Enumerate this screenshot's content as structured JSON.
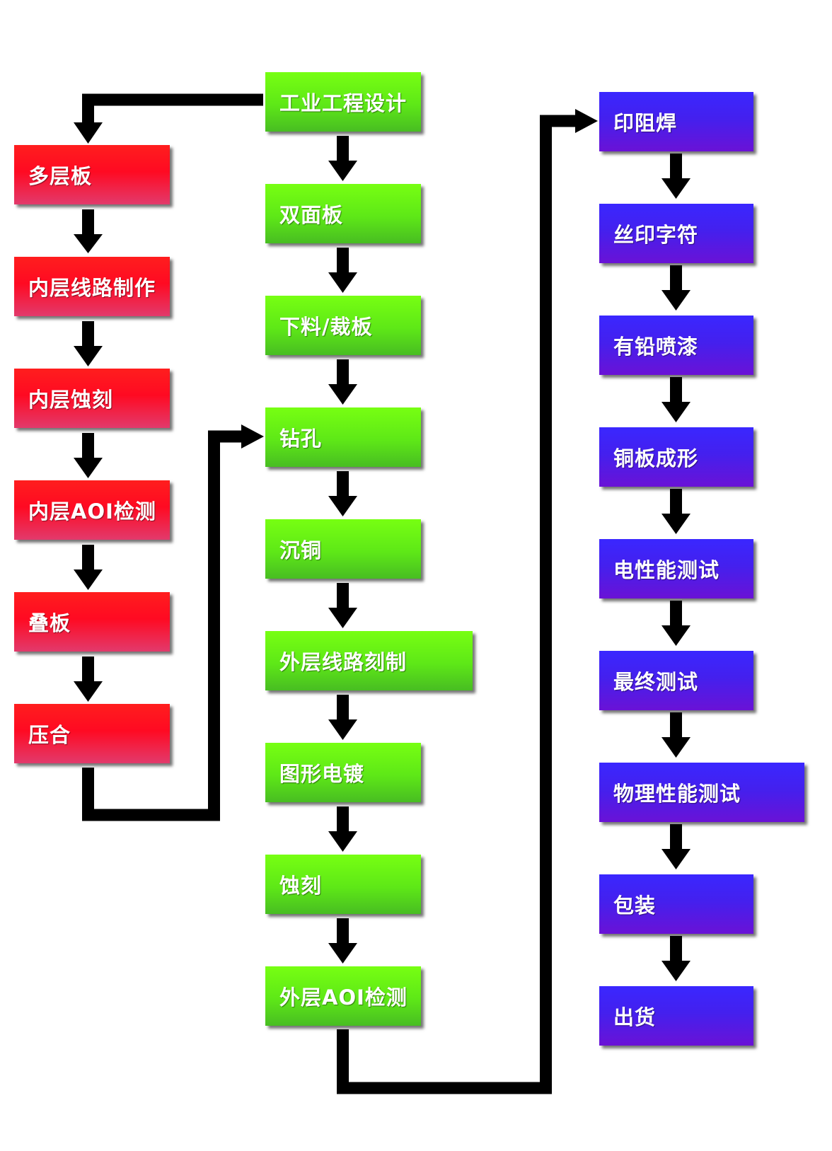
{
  "diagram": {
    "title": "PCB process flow",
    "colors": {
      "red": "#ff1e1e",
      "green": "#6cf215",
      "blue": "#3a27ff",
      "connector": "#000000"
    },
    "red_column": [
      "多层板",
      "内层线路制作",
      "内层蚀刻",
      "内层AOI检测",
      "叠板",
      "压合"
    ],
    "green_column": [
      "工业工程设计",
      "双面板",
      "下料/裁板",
      "钻孔",
      "沉铜",
      "外层线路刻制",
      "图形电镀",
      "蚀刻",
      "外层AOI检测"
    ],
    "blue_column": [
      "印阻焊",
      "丝印字符",
      "有铅喷漆",
      "铜板成形",
      "电性能测试",
      "最终测试",
      "物理性能测试",
      "包装",
      "出货"
    ]
  }
}
